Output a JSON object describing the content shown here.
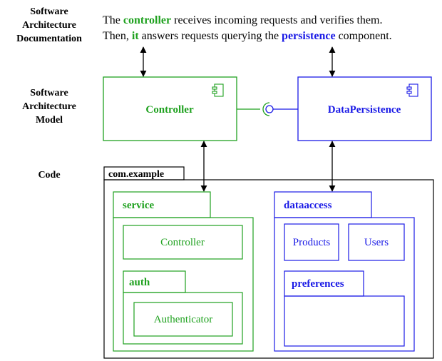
{
  "colors": {
    "green": "#1fa11f",
    "blue": "#1a1ae6",
    "black": "#000000"
  },
  "side_labels": {
    "documentation": [
      "Software",
      "Architecture",
      "Documentation"
    ],
    "model": [
      "Software",
      "Architecture",
      "Model"
    ],
    "code": "Code"
  },
  "documentation_text": {
    "line1": {
      "pre": "The ",
      "kw": "controller",
      "post": " receives incoming requests and verifies them."
    },
    "line2": {
      "pre": "Then, ",
      "kw1": "it",
      "mid": " answers requests querying the ",
      "kw2": "persistence",
      "post": " component."
    }
  },
  "model": {
    "controller": "Controller",
    "persistence": "DataPersistence",
    "icon": "component-icon"
  },
  "code": {
    "root_package": "com.example",
    "service_package": "service",
    "controller_class": "Controller",
    "auth_package": "auth",
    "authenticator_class": "Authenticator",
    "dataaccess_package": "dataaccess",
    "products_class": "Products",
    "users_class": "Users",
    "preferences_package": "preferences"
  }
}
